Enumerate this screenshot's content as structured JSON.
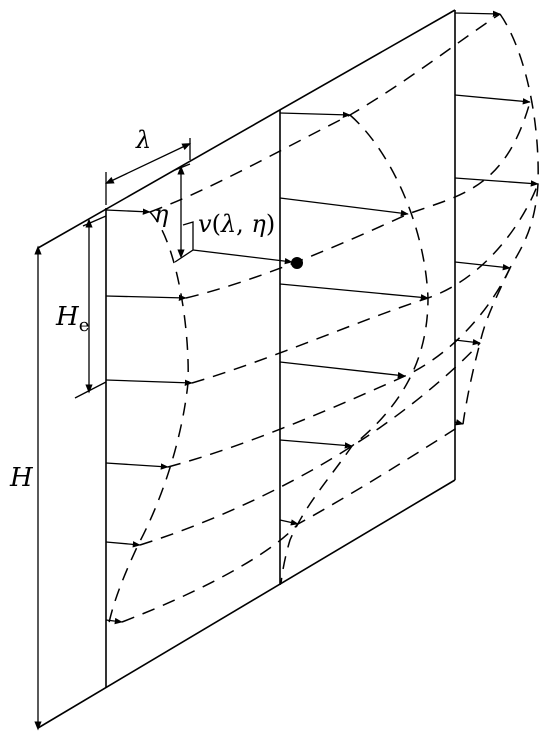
{
  "labels": {
    "lambda": "λ",
    "eta": "η",
    "velocity": {
      "v": "v",
      "open": "(",
      "lambda": "λ",
      "comma": ", ",
      "eta": "η",
      "close": ")"
    },
    "he_main": "H",
    "he_sub": "e",
    "h": "H"
  },
  "colors": {
    "ink": "#000000",
    "background": "#ffffff"
  }
}
